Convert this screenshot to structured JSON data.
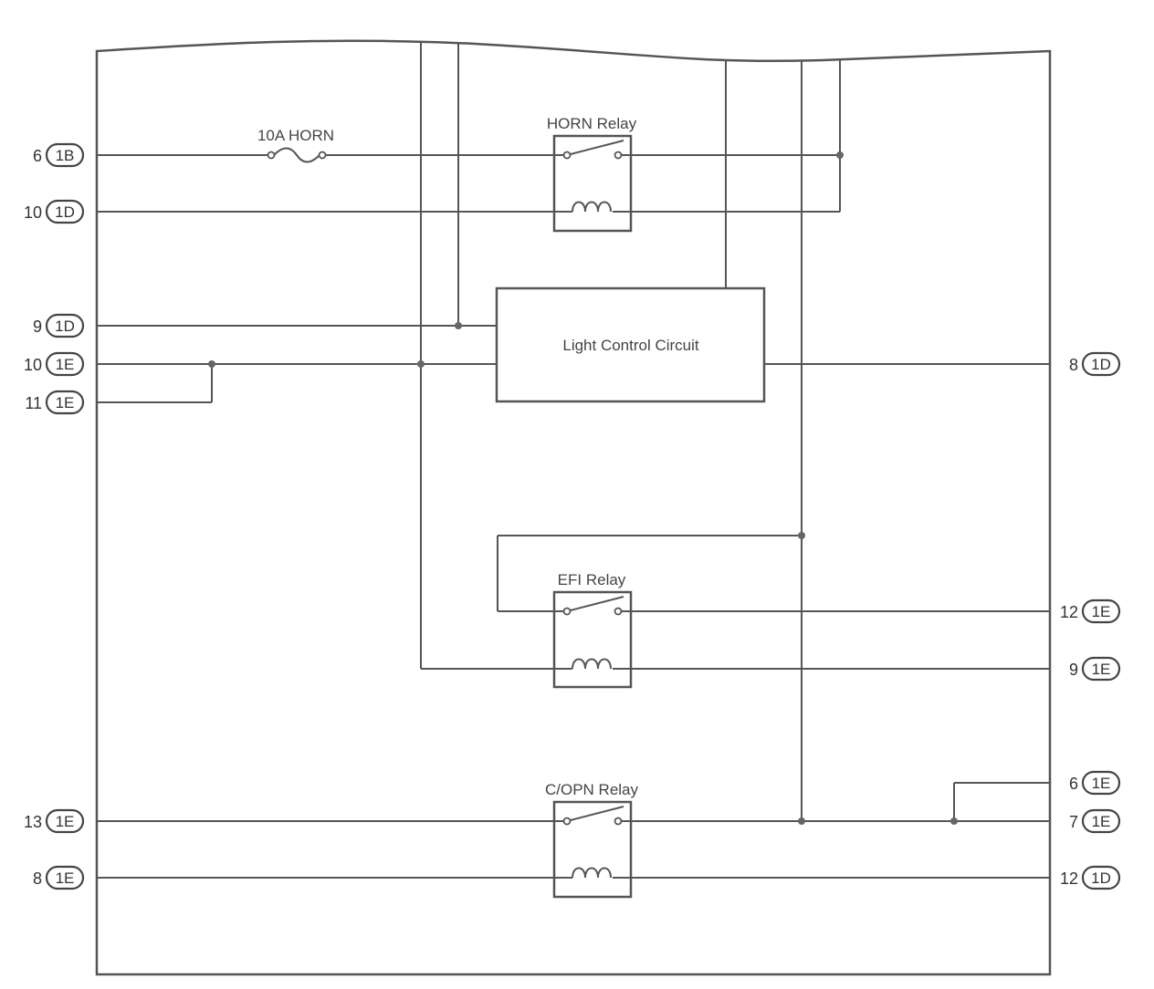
{
  "labels": {
    "fuse": "10A HORN",
    "horn_relay": "HORN Relay",
    "light_control": "Light Control Circuit",
    "efi_relay": "EFI Relay",
    "copn_relay": "C/OPN Relay"
  },
  "left_terminals": [
    {
      "pin": "6",
      "conn": "1B"
    },
    {
      "pin": "10",
      "conn": "1D"
    },
    {
      "pin": "9",
      "conn": "1D"
    },
    {
      "pin": "10",
      "conn": "1E"
    },
    {
      "pin": "11",
      "conn": "1E"
    },
    {
      "pin": "13",
      "conn": "1E"
    },
    {
      "pin": "8",
      "conn": "1E"
    }
  ],
  "right_terminals": [
    {
      "pin": "8",
      "conn": "1D"
    },
    {
      "pin": "12",
      "conn": "1E"
    },
    {
      "pin": "9",
      "conn": "1E"
    },
    {
      "pin": "6",
      "conn": "1E"
    },
    {
      "pin": "7",
      "conn": "1E"
    },
    {
      "pin": "12",
      "conn": "1D"
    }
  ]
}
